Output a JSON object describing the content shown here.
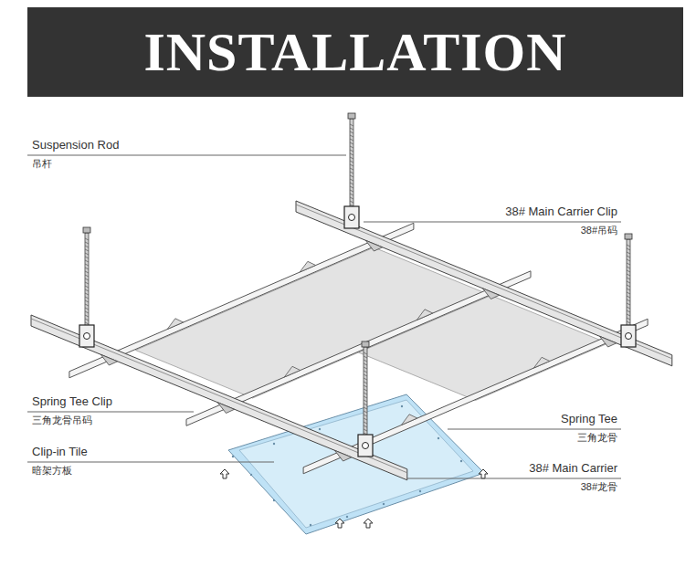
{
  "diagram": {
    "title": "INSTALLATION",
    "labels": [
      "Suspension Rod",
      "吊杆",
      "38# Main Carrier Clip",
      "38#吊码",
      "Spring Tee Clip",
      "三角龙骨吊码",
      "Clip-in Tile",
      "暗架方板",
      "Spring Tee",
      "三角龙骨",
      "38# Main Carrier",
      "38#龙骨"
    ]
  }
}
